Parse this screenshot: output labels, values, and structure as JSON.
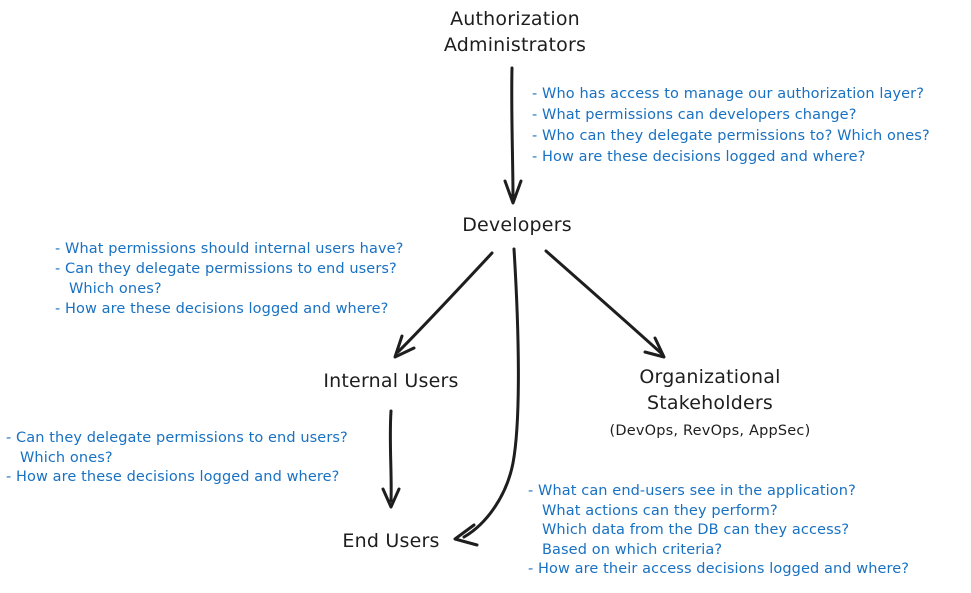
{
  "colors": {
    "ink": "#1e1e1e",
    "accent": "#1971c2",
    "background": "#ffffff"
  },
  "nodes": {
    "authorization_administrators": {
      "line1": "Authorization",
      "line2": "Administrators"
    },
    "developers": {
      "label": "Developers"
    },
    "internal_users": {
      "label": "Internal Users"
    },
    "organizational_stakeholders": {
      "line1": "Organizational",
      "line2": "Stakeholders",
      "sublabel": "(DevOps, RevOps, AppSec)"
    },
    "end_users": {
      "label": "End Users"
    }
  },
  "edges": [
    {
      "from": "authorization-administrators",
      "to": "developers"
    },
    {
      "from": "developers",
      "to": "internal-users"
    },
    {
      "from": "developers",
      "to": "organizational-stakeholders"
    },
    {
      "from": "developers",
      "to": "end-users"
    },
    {
      "from": "internal-users",
      "to": "end-users"
    }
  ],
  "question_blocks": {
    "admin_to_developers": {
      "lines": [
        {
          "text": "- Who has access to manage our authorization layer?"
        },
        {
          "text": "- What permissions can developers change?"
        },
        {
          "text": "- Who can they delegate permissions to? Which ones?"
        },
        {
          "text": "- How are these decisions logged and where?"
        }
      ]
    },
    "developers_to_internal": {
      "lines": [
        {
          "text": "- What permissions should internal users have?"
        },
        {
          "text": "- Can they delegate permissions to end users?"
        },
        {
          "text": "Which ones?",
          "indent": true
        },
        {
          "text": "- How are these decisions logged and where?"
        }
      ]
    },
    "internal_to_end": {
      "lines": [
        {
          "text": "- Can they delegate permissions to end users?"
        },
        {
          "text": "Which ones?",
          "indent": true
        },
        {
          "text": "- How are these decisions logged and where?"
        }
      ]
    },
    "end_users_access": {
      "lines": [
        {
          "text": "- What can end-users see in the application?"
        },
        {
          "text": "What actions can they perform?",
          "indent": true
        },
        {
          "text": "Which data from the DB can they access?",
          "indent": true
        },
        {
          "text": "Based on which criteria?",
          "indent": true
        },
        {
          "text": "- How are their access decisions logged and where?"
        }
      ]
    }
  }
}
